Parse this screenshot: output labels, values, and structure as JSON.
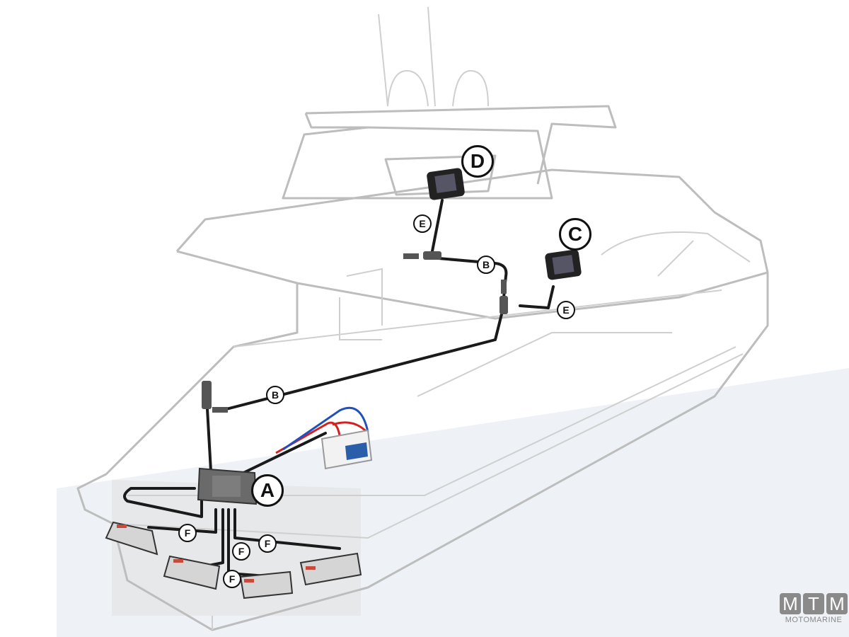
{
  "callouts": {
    "a": "A",
    "b1": "B",
    "b2": "B",
    "c": "C",
    "d": "D",
    "e1": "E",
    "e2": "E",
    "f1": "F",
    "f2": "F",
    "f3": "F",
    "f4": "F"
  },
  "logo": {
    "letters": [
      "M",
      "T",
      "M"
    ],
    "subtitle": "MOTOMARINE"
  },
  "colors": {
    "hull": "#bdbdbd",
    "water": "#e8eef3",
    "cable": "#1a1a1a",
    "positive": "#d42020",
    "negative": "#2050c0"
  }
}
